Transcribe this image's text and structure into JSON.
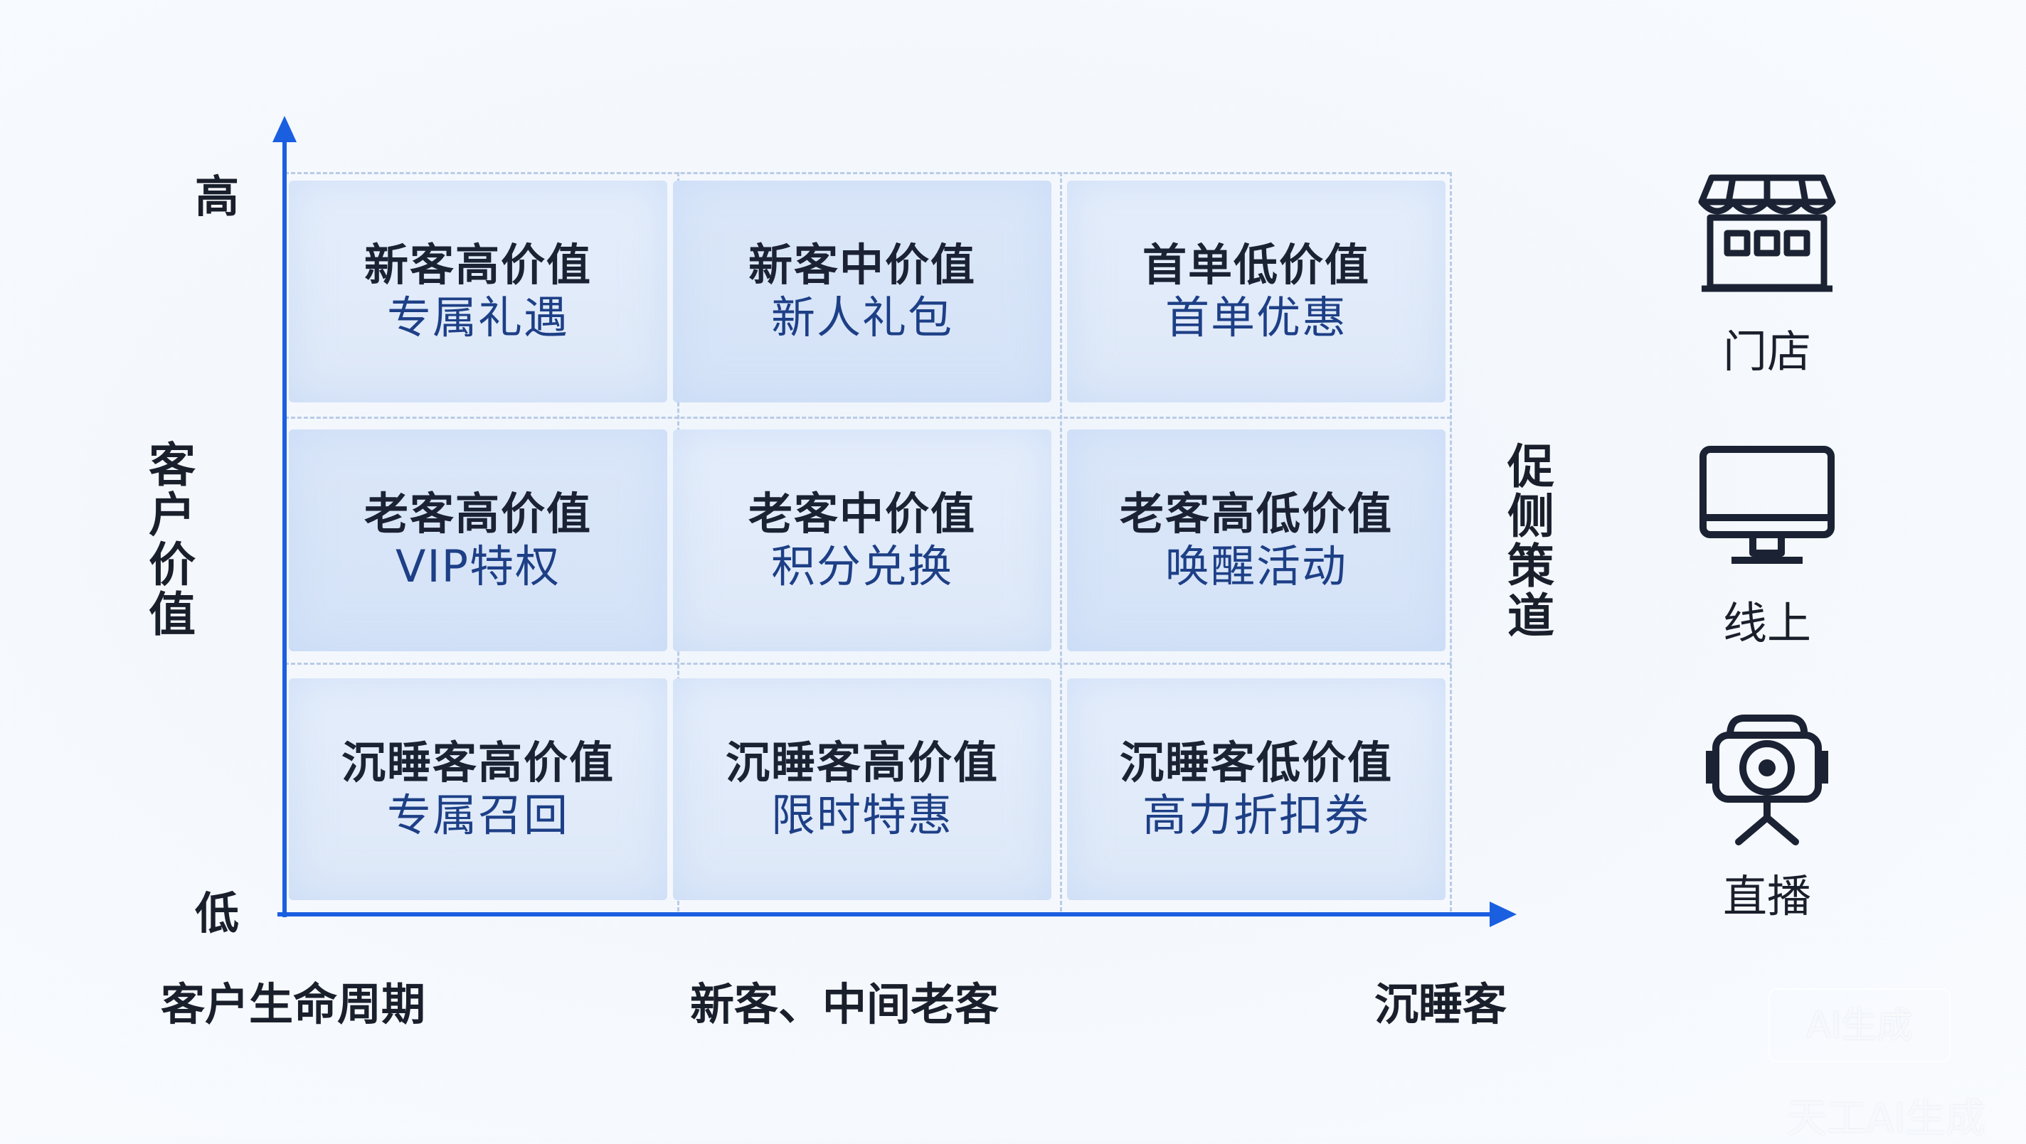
{
  "axes": {
    "y_high": "高",
    "y_low": "低",
    "y_title": "客户价值",
    "x_title": "客户生命周期",
    "x_mid": "新客、中间老客",
    "x_right": "沉睡客"
  },
  "grid": [
    {
      "title": "新客高价值",
      "sub": "专属礼遇"
    },
    {
      "title": "新客中价值",
      "sub": "新人礼包"
    },
    {
      "title": "首单低价值",
      "sub": "首单优惠"
    },
    {
      "title": "老客高价值",
      "sub": "VIP特权"
    },
    {
      "title": "老客中价值",
      "sub": "积分兑换"
    },
    {
      "title": "老客高低价值",
      "sub": "唤醒活动"
    },
    {
      "title": "沉睡客高价值",
      "sub": "专属召回"
    },
    {
      "title": "沉睡客高价值",
      "sub": "限时特惠"
    },
    {
      "title": "沉睡客低价值",
      "sub": "高力折扣券"
    }
  ],
  "side": {
    "title": "促侧策道",
    "channels": [
      {
        "label": "门店",
        "icon": "store-icon"
      },
      {
        "label": "线上",
        "icon": "monitor-icon"
      },
      {
        "label": "直播",
        "icon": "camera-icon"
      }
    ]
  },
  "watermarks": {
    "badge": "AI生成",
    "corner": "天工AI生成"
  },
  "colors": {
    "axis": "#1a5fe0",
    "cell": "#dde8f8",
    "subtext": "#1d3f86",
    "icon": "#1a2233"
  }
}
